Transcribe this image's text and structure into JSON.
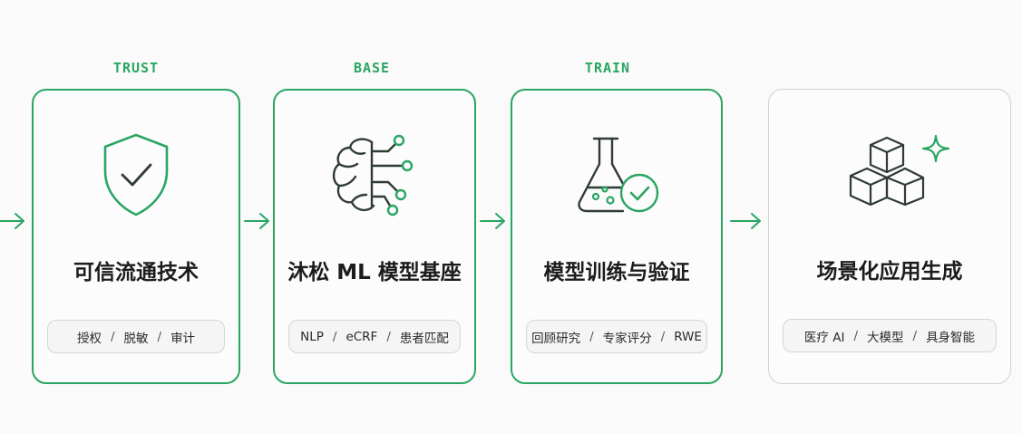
{
  "colors": {
    "accent": "#2aa563",
    "neutral_border": "#cfd3d0",
    "icon_dark": "#2f3b34"
  },
  "stages": [
    {
      "label": "TRUST",
      "icon": "shield-check-icon",
      "title": "可信流通技术",
      "tags": [
        "授权",
        "脱敏",
        "审计"
      ]
    },
    {
      "label": "BASE",
      "icon": "brain-circuit-icon",
      "title": "沐松 ML 模型基座",
      "tags": [
        "NLP",
        "eCRF",
        "患者匹配"
      ]
    },
    {
      "label": "TRAIN",
      "icon": "flask-check-icon",
      "title": "模型训练与验证",
      "tags": [
        "回顾研究",
        "专家评分",
        "RWE"
      ]
    },
    {
      "label": "",
      "icon": "cubes-sparkle-icon",
      "title": "场景化应用生成",
      "tags": [
        "医疗 AI",
        "大模型",
        "具身智能"
      ]
    }
  ],
  "tag_separator": "/"
}
